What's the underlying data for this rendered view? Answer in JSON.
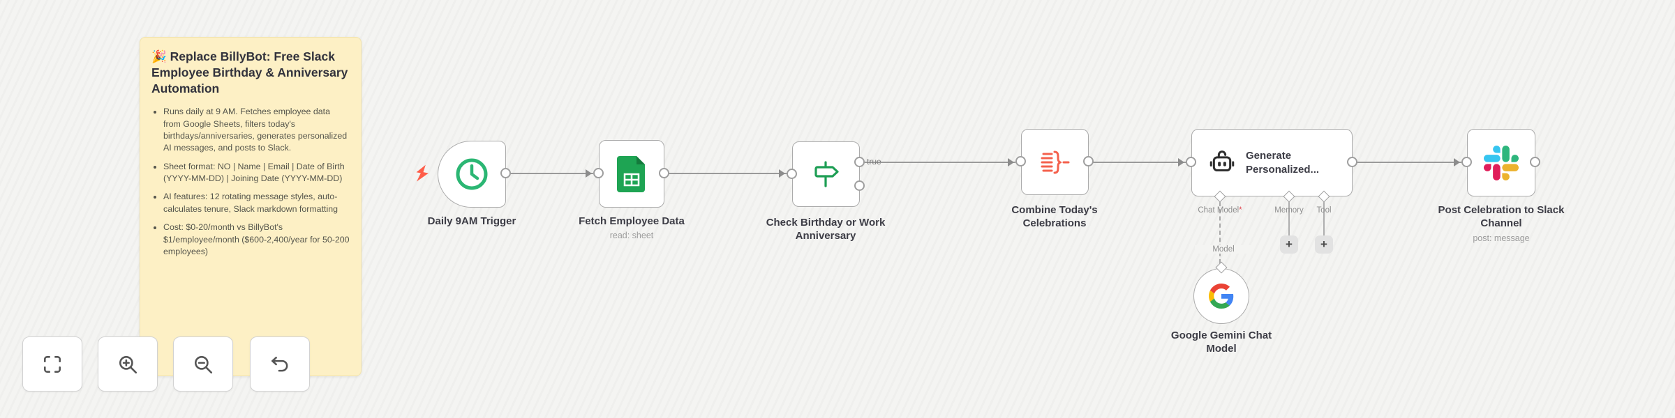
{
  "sticky_note": {
    "title": "🎉 Replace BillyBot: Free Slack Employee Birthday & Anniversary Automation",
    "bullets": [
      "Runs daily at 9 AM. Fetches employee data from Google Sheets, filters today's birthdays/anniversaries, generates personalized AI messages, and posts to Slack.",
      "Sheet format: NO | Name | Email | Date of Birth (YYYY-MM-DD) | Joining Date (YYYY-MM-DD)",
      "AI features: 12 rotating message styles, auto-calculates tenure, Slack markdown formatting",
      "Cost: $0-20/month vs BillyBot's $1/employee/month ($600-2,400/year for 50-200 employees)"
    ],
    "background": "#fdf0c5"
  },
  "nodes": [
    {
      "id": "daily-9am-trigger",
      "label": "Daily 9AM Trigger",
      "icon": "clock-icon",
      "icon_color": "#2bb673",
      "type": "schedule-trigger"
    },
    {
      "id": "fetch-employee-data",
      "label": "Fetch Employee Data",
      "subtitle": "read: sheet",
      "icon": "google-sheets-icon",
      "icon_color": "#1ea453"
    },
    {
      "id": "check-birthday-or-anniversary",
      "label": "Check Birthday or Work Anniversary",
      "icon": "signpost-icon",
      "icon_color": "#1d9e54",
      "output_true_label": "true"
    },
    {
      "id": "combine-todays-celebrations",
      "label": "Combine Today's Celebrations",
      "icon": "aggregate-icon",
      "icon_color": "#f4604c"
    },
    {
      "id": "generate-personalized",
      "label": "Generate Personalized...",
      "icon": "robot-icon",
      "ports": {
        "chat_model": "Chat Model",
        "required_mark": "*",
        "memory": "Memory",
        "tool": "Tool",
        "model": "Model"
      }
    },
    {
      "id": "google-gemini-chat-model",
      "label": "Google Gemini Chat Model",
      "icon": "google-g-icon"
    },
    {
      "id": "post-celebration-to-slack",
      "label": "Post Celebration to Slack Channel",
      "subtitle": "post: message",
      "icon": "slack-icon"
    }
  ],
  "icons": {
    "plus": "+"
  },
  "toolbar": {
    "buttons": [
      {
        "icon": "fit-view-icon"
      },
      {
        "icon": "zoom-in-icon"
      },
      {
        "icon": "zoom-out-icon"
      },
      {
        "icon": "undo-icon"
      }
    ]
  },
  "colors": {
    "canvas_bg": "#f4f4f2",
    "connector": "#9a9a9a",
    "trigger_bolt": "#ff5d49",
    "slack": [
      "#36C5F0",
      "#2EB67D",
      "#ECB22E",
      "#E01E5A"
    ],
    "google": [
      "#4285F4",
      "#34A853",
      "#FBBC05",
      "#EA4335"
    ]
  }
}
